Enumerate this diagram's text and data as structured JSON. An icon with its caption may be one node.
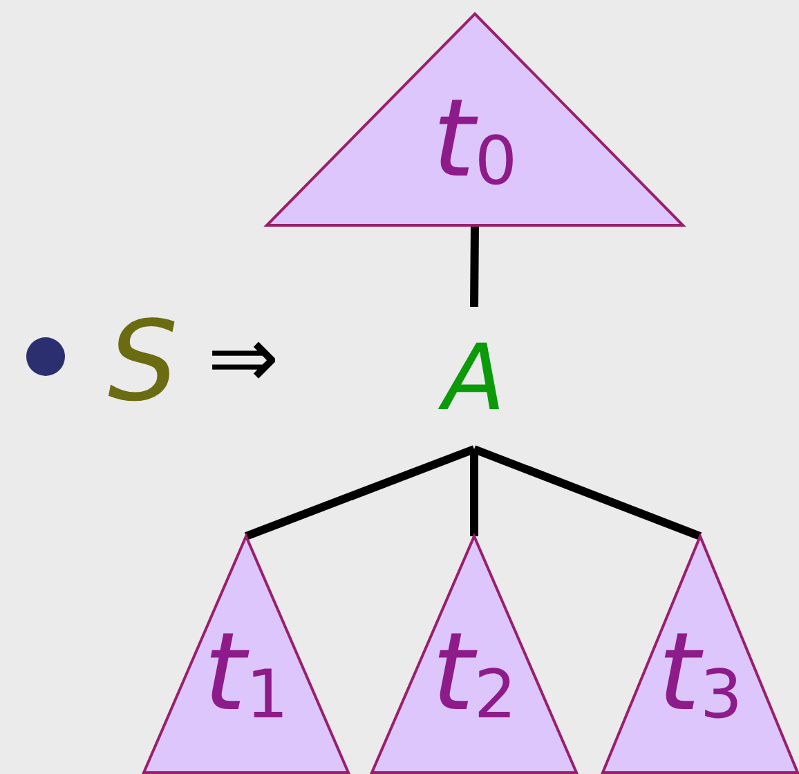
{
  "diagram": {
    "nodes": [
      {
        "text": [
          "*t*$_{0}$"
        ]
      },
      {
        "text": [
          "A"
        ]
      },
      {
        "text": [
          "*t*$_{1}$"
        ]
      },
      {
        "text": [
          "*t*$_{2}$"
        ]
      },
      {
        "text": [
          "*t*$_{3}$"
        ]
      }
    ],
    "edges": [
      {
        "from": 0,
        "to": 1,
        "arrow": "none"
      },
      {
        "from": 1,
        "to": 2,
        "arrow": "none"
      },
      {
        "from": 1,
        "to": 3,
        "arrow": "none"
      },
      {
        "from": 1,
        "to": 4,
        "arrow": "none"
      }
    ],
    "labels": [
      "S",
      "⇒"
    ]
  }
}
